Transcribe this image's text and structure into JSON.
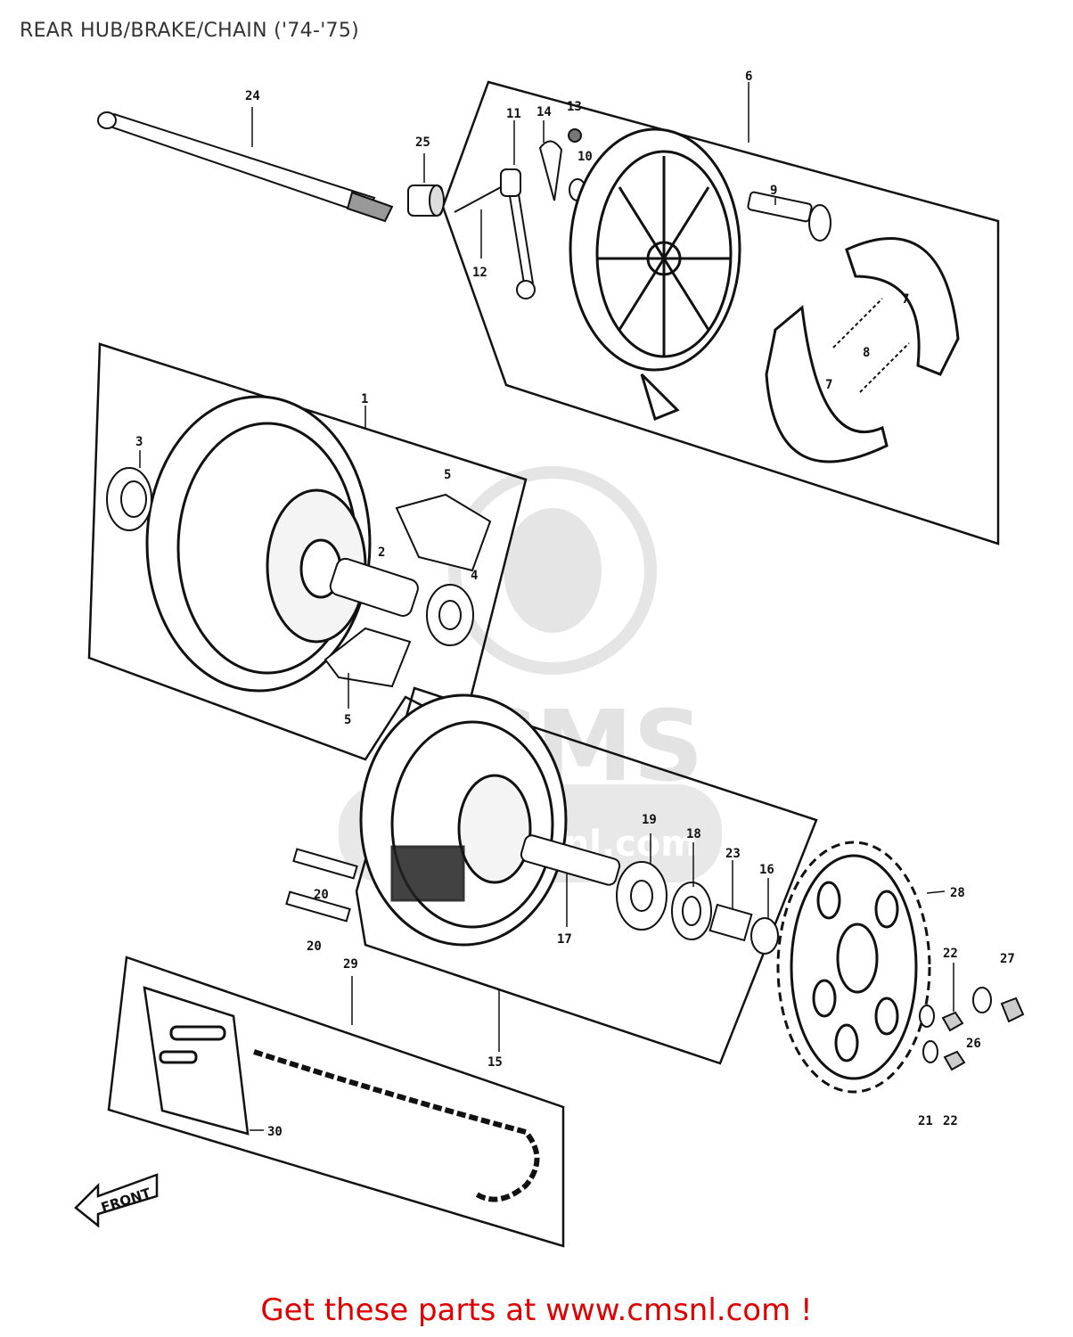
{
  "title": "REAR HUB/BRAKE/CHAIN ('74-'75)",
  "call_to_action": "Get these parts at www.cmsnl.com !",
  "watermark": {
    "brand": "CMS",
    "url": "www.cmsnl.com",
    "color": "#e3e3e3"
  },
  "front_arrow_label": "FRONT",
  "callouts": {
    "c1": "1",
    "c2": "2",
    "c3": "3",
    "c4": "4",
    "c5a": "5",
    "c5b": "5",
    "c6": "6",
    "c7a": "7",
    "c7b": "7",
    "c8": "8",
    "c9": "9",
    "c10": "10",
    "c11": "11",
    "c12": "12",
    "c13": "13",
    "c14": "14",
    "c15": "15",
    "c16": "16",
    "c17": "17",
    "c18": "18",
    "c19": "19",
    "c20a": "20",
    "c20b": "20",
    "c21": "21",
    "c22a": "22",
    "c22b": "22",
    "c23": "23",
    "c24": "24",
    "c25": "25",
    "c26": "26",
    "c27": "27",
    "c28": "28",
    "c29": "29",
    "c30": "30"
  },
  "colors": {
    "cta": "#e10000",
    "title": "#333333",
    "ink": "#111111"
  }
}
